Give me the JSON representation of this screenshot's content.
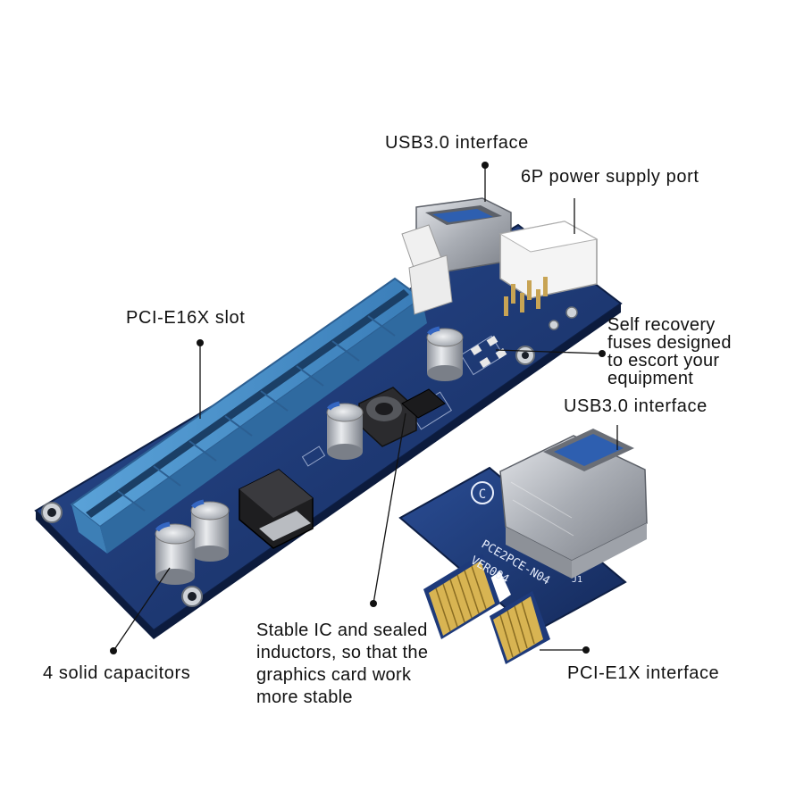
{
  "labels": {
    "usb_top": "USB3.0 interface",
    "power_port": "6P power supply port",
    "pcie16x": "PCI-E16X slot",
    "fuses": [
      "Self recovery",
      "fuses designed",
      "to escort your",
      "equipment"
    ],
    "usb_right": "USB3.0 interface",
    "ic": [
      "Stable IC and sealed",
      "inductors, so that the",
      "graphics card work",
      "more stable"
    ],
    "capacitors": "4 solid capacitors",
    "pcie1x": "PCI-E1X interface"
  },
  "board_print": {
    "model": "PCE2PCE-N04",
    "version": "VER004",
    "j1": "J1"
  },
  "colors": {
    "board": "#1e3a7a",
    "slot": "#4a90c8",
    "gold": "#d8b452",
    "metal": "#b8bcc2"
  }
}
